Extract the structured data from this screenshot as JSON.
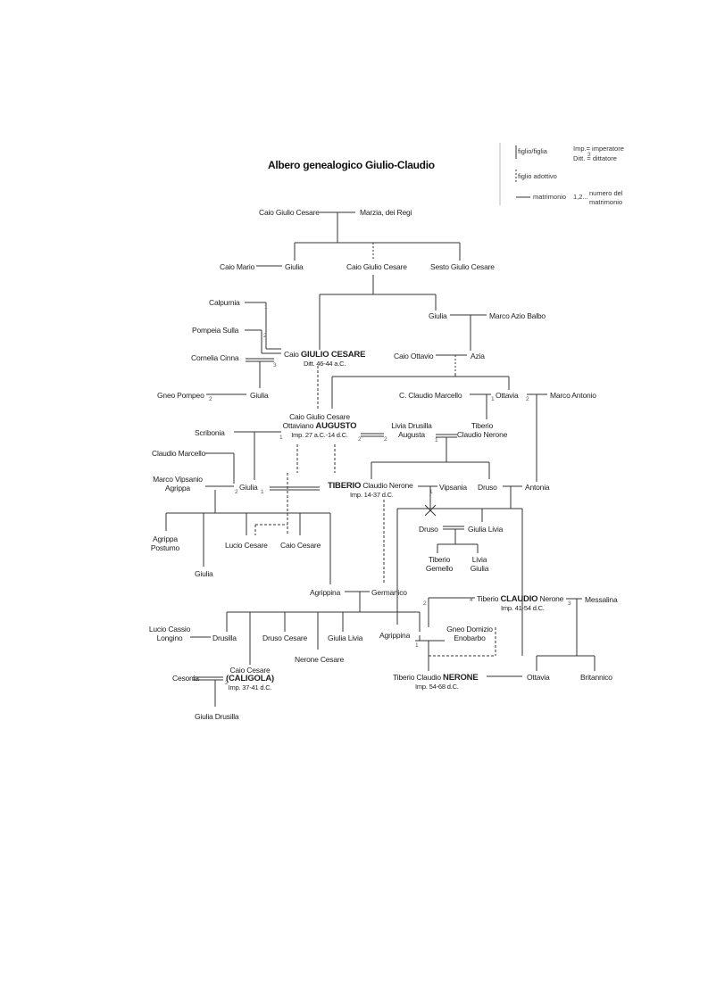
{
  "title": "Albero genealogico Giulio-Claudio",
  "legend": {
    "figlio": "figlio/figlia",
    "adottivo": "figlio adottivo",
    "matrimonio": "matrimonio",
    "imp": "Imp.= imperatore",
    "ditt": "Ditt. = dittatore",
    "numero_1": "numero del",
    "numero_2": "matrimonio",
    "numero_sym": "1,2..."
  },
  "people": {
    "caio_gc_sr": "Caio Giulio Cesare",
    "marzia": "Marzia, dei Regi",
    "caio_mario": "Caio Mario",
    "giulia_1": "Giulia",
    "caio_gc_jr": "Caio Giulio Cesare",
    "sesto": "Sesto Giulio Cesare",
    "calpurnia": "Calpurnia",
    "pompeia": "Pompeia Sulla",
    "cornelia": "Cornelia Cinna",
    "cesare_pre": "Caio",
    "cesare_name": "GIULIO CESARE",
    "cesare_sub": "Ditt. 46-44 a.C.",
    "giulia_2": "Giulia",
    "marco_azio": "Marco Azio Balbo",
    "caio_ottavio": "Caio Ottavio",
    "azia": "Azia",
    "gneo_pompeo": "Gneo Pompeo",
    "giulia_3": "Giulia",
    "claudio_marcello": "C. Claudio Marcello",
    "ottavia_1": "Ottavia",
    "marco_antonio": "Marco Antonio",
    "augusto_l1": "Caio Giulio Cesare",
    "augusto_l2": "Ottaviano",
    "augusto_name": "AUGUSTO",
    "augusto_sub": "Imp. 27 a.C.-14 d.C.",
    "livia_l1": "Livia Drusilla",
    "livia_l2": "Augusta",
    "tiberio_cn_l1": "Tiberio",
    "tiberio_cn_l2": "Claudio Nerone",
    "scribonia": "Scribonia",
    "marcello_2": "Claudio Marcello",
    "agrippa_l1": "Marco Vipsanio",
    "agrippa_l2": "Agrippa",
    "giulia_4": "Giulia",
    "tiberio_name": "TIBERIO",
    "tiberio_rest": "Claudio Nerone",
    "tiberio_sub": "Imp. 14-37 d.C.",
    "vipsania": "Vipsania",
    "druso_1": "Druso",
    "antonia": "Antonia",
    "agrippa_postumo_l1": "Agrippa",
    "agrippa_postumo_l2": "Postumo",
    "lucio_cesare": "Lucio Cesare",
    "caio_cesare": "Caio Cesare",
    "druso_2": "Druso",
    "giulia_livia_1": "Giulia Livia",
    "tiberio_gemello_l1": "Tiberio",
    "tiberio_gemello_l2": "Gemello",
    "livia_giulia_l1": "Livia",
    "livia_giulia_l2": "Giulia",
    "giulia_5": "Giulia",
    "agrippina_1": "Agrippina",
    "germanico": "Germanico",
    "claudio_pre": "Tiberio",
    "claudio_name": "CLAUDIO",
    "claudio_post": "Nerone",
    "claudio_sub": "Imp. 41-54 d.C.",
    "messalina": "Messalina",
    "lucio_cassio_l1": "Lucio Cassio",
    "lucio_cassio_l2": "Longino",
    "drusilla": "Drusilla",
    "druso_cesare": "Druso Cesare",
    "giulia_livia_2": "Giulia Livia",
    "agrippina_2": "Agrippina",
    "domizio_l1": "Gneo Domizio",
    "domizio_l2": "Enobarbo",
    "nerone_cesare": "Nerone Cesare",
    "cesonia": "Cesonia",
    "caligola_l1": "Caio Cesare",
    "caligola_name": "(CALIGOLA)",
    "caligola_sub": "Imp. 37-41 d.C.",
    "nerone_pre": "Tiberio Claudio",
    "nerone_name": "NERONE",
    "nerone_sub": "Imp. 54-68 d.C.",
    "ottavia_2": "Ottavia",
    "britannico": "Britannico",
    "giulia_drusilla": "Giulia Drusilla"
  },
  "marriage_numbers": [
    "1",
    "2",
    "3",
    "2",
    "1",
    "1",
    "2",
    "1",
    "2",
    "2",
    "1",
    "1",
    "2",
    "2",
    "4",
    "3",
    "1",
    "2",
    "3",
    "1"
  ]
}
